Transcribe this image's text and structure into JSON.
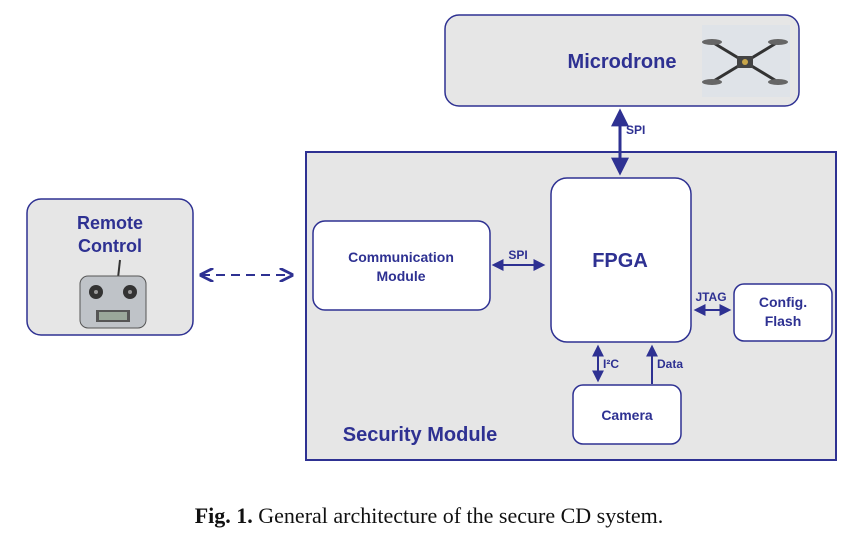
{
  "diagram": {
    "nodes": {
      "microdrone": "Microdrone",
      "remote_control_line1": "Remote",
      "remote_control_line2": "Control",
      "communication_module_line1": "Communication",
      "communication_module_line2": "Module",
      "fpga": "FPGA",
      "config_flash_line1": "Config.",
      "config_flash_line2": "Flash",
      "camera": "Camera",
      "security_module": "Security Module"
    },
    "edges": {
      "fpga_microdrone": "SPI",
      "comm_fpga": "SPI",
      "fpga_flash": "JTAG",
      "fpga_camera_i2c": "I²C",
      "camera_fpga_data": "Data"
    },
    "colors": {
      "stroke": "#2e3192",
      "box_fill": "#e6e6e6",
      "inner_fill": "#ffffff"
    },
    "icons": [
      "quadcopter-photo",
      "radio-transmitter-photo"
    ]
  },
  "caption": {
    "label": "Fig. 1.",
    "text": " General architecture of the secure CD system."
  }
}
